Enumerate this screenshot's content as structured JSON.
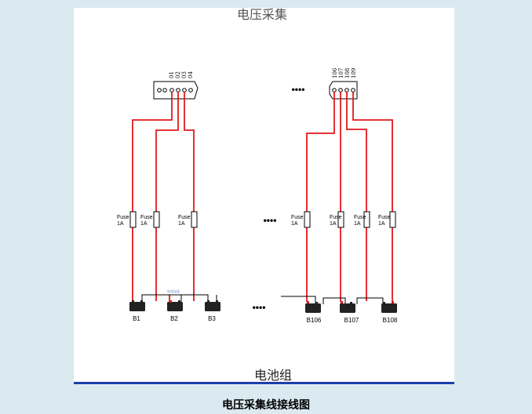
{
  "title_top": "电压采集",
  "title_bottom": "电池组",
  "caption": "电压采集线接线图",
  "connector_left_pins": [
    "01",
    "02",
    "03",
    "04"
  ],
  "connector_right_pins": [
    "106",
    "107",
    "108",
    "109"
  ],
  "ellipsis": "••••",
  "fuses": [
    {
      "label": "Fuse",
      "rating": "1A"
    },
    {
      "label": "Fuse",
      "rating": "1A"
    },
    {
      "label": "Fuse",
      "rating": "1A"
    },
    {
      "label": "Fuse",
      "rating": "1A"
    },
    {
      "label": "Fuse",
      "rating": "1A"
    },
    {
      "label": "Fuse",
      "rating": "1A"
    },
    {
      "label": "Fuse",
      "rating": "1A"
    }
  ],
  "batteries": [
    "B1",
    "B2",
    "B3",
    "B106",
    "B107",
    "B108"
  ],
  "wire_note": "电池连接",
  "colors": {
    "wire": "#e1191b",
    "link": "#000000",
    "page": "#dbeaf1",
    "rule": "#1c3fae"
  }
}
